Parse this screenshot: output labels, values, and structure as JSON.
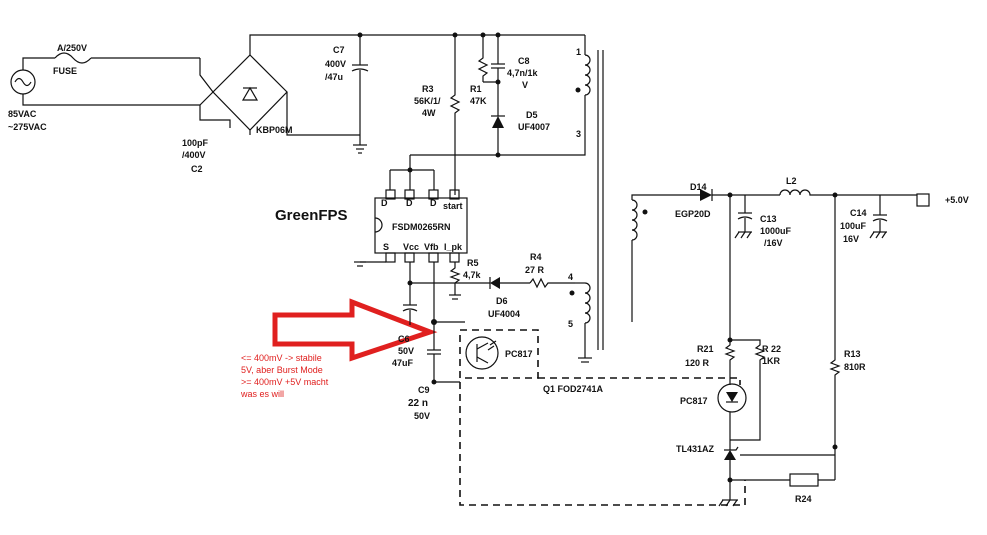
{
  "labels": {
    "fuse_rating": "A/250V",
    "fuse": "FUSE",
    "ac_input_1": "85VAC",
    "ac_input_2": "~275VAC",
    "c2_value": "100pF",
    "c2_rating": "/400V",
    "c2_name": "C2",
    "bridge": "KBP06M",
    "c7_name": "C7",
    "c7_voltage": "400V",
    "c7_value": "/47u",
    "r3_name": "R3",
    "r3_value": "56K/1/",
    "r3_power": "4W",
    "r1_name": "R1",
    "r1_value": "47K",
    "c8_name": "C8",
    "c8_value": "4,7n/1k",
    "c8_unit": "V",
    "d5_name": "D5",
    "d5_part": "UF4007",
    "xfmr_pin1": "1",
    "xfmr_pin3": "3",
    "xfmr_pin4": "4",
    "xfmr_pin5": "5",
    "greenfps": "GreenFPS",
    "ic_part": "FSDM0265RN",
    "ic_pin_d1": "D",
    "ic_pin_d2": "D",
    "ic_pin_d3": "D",
    "ic_pin_start": "start",
    "ic_pin_s": "S",
    "ic_pin_vcc": "Vcc",
    "ic_pin_vfb": "Vfb",
    "ic_pin_ipk": "I_pk",
    "r5_name": "R5",
    "r5_value": "4,7k",
    "r4_name": "R4",
    "r4_value": "27 R",
    "d6_name": "D6",
    "d6_part": "UF4004",
    "c6_name": "C6",
    "c6_voltage": "50V",
    "c6_value": "47uF",
    "c9_name": "C9",
    "c9_value": "22 n",
    "c9_voltage": "50V",
    "pc817_a": "PC817",
    "q1": "Q1  FOD2741A",
    "d14_name": "D14",
    "d14_part": "EGP20D",
    "l2_name": "L2",
    "c13_name": "C13",
    "c13_value": "1000uF",
    "c13_voltage": "/16V",
    "c14_name": "C14",
    "c14_value": "100uF",
    "c14_voltage": "16V",
    "output": "+5.0V",
    "r21_name": "R21",
    "r21_value": "120 R",
    "r22_name": "R 22",
    "r22_value": "1KR",
    "r13_name": "R13",
    "r13_value": "810R",
    "pc817_b": "PC817",
    "tl431": "TL431AZ",
    "r24_name": "R24"
  },
  "annotation": {
    "line1": "<= 400mV -> stabile",
    "line2": "5V, aber Burst Mode",
    "line3": ">= 400mV +5V macht",
    "line4": "was es will",
    "arrow_color": "#e0201f"
  }
}
